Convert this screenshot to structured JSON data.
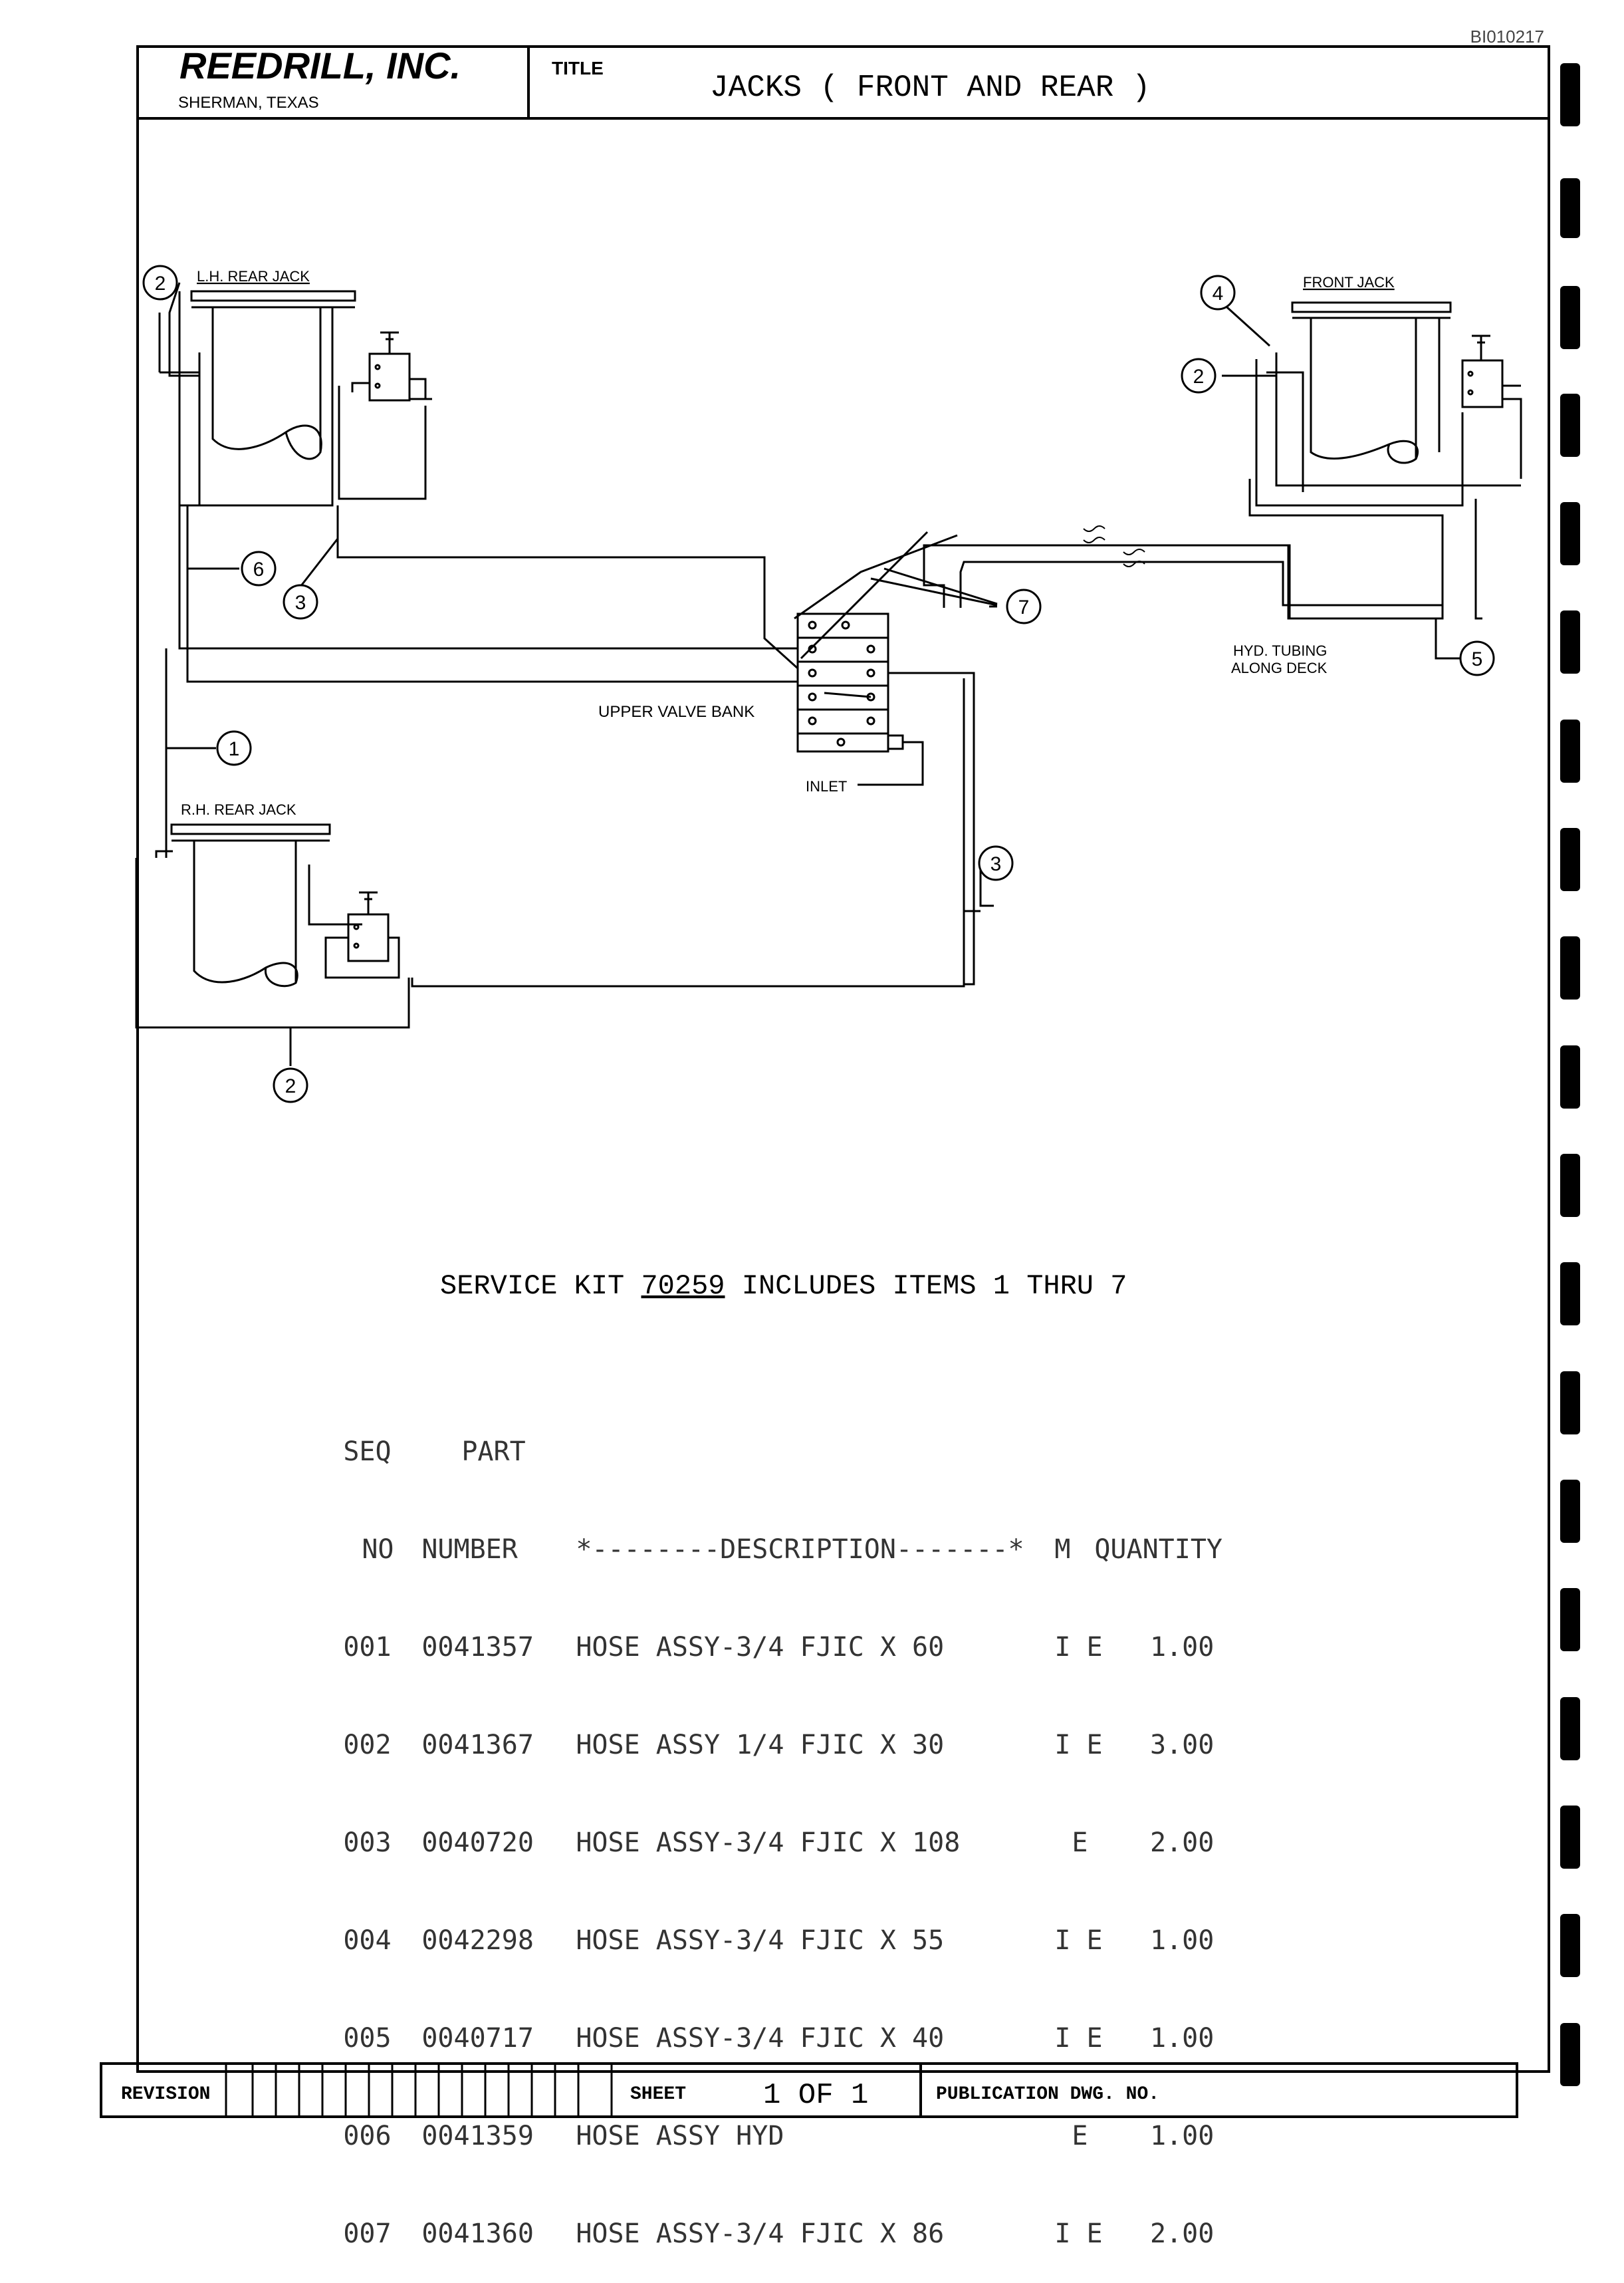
{
  "document": {
    "id_number": "BI010217",
    "company": "REEDRILL, INC.",
    "location": "SHERMAN, TEXAS",
    "title_label": "TITLE",
    "title": "JACKS ( FRONT AND REAR )"
  },
  "diagram": {
    "labels": {
      "lh_rear_jack": "L.H. REAR JACK",
      "front_jack": "FRONT JACK",
      "rh_rear_jack": "R.H. REAR JACK",
      "upper_valve_bank": "UPPER VALVE BANK",
      "inlet": "INLET",
      "hyd_tubing_1": "HYD. TUBING",
      "hyd_tubing_2": "ALONG DECK"
    },
    "callouts": [
      "1",
      "2",
      "3",
      "4",
      "5",
      "6",
      "7"
    ]
  },
  "service_kit": {
    "prefix": "SERVICE KIT",
    "number": "70259",
    "suffix": "INCLUDES ITEMS 1 THRU 7"
  },
  "parts_table": {
    "header_row1": {
      "seq": "SEQ",
      "part": "PART"
    },
    "header_row2": {
      "seq": "NO",
      "part": "NUMBER",
      "description": "*--------DESCRIPTION-------*",
      "m": "M",
      "quantity": "QUANTITY"
    },
    "rows": [
      {
        "seq": "001",
        "part": "0041357",
        "description": "HOSE ASSY-3/4 FJIC X 60",
        "m": "I E",
        "quantity": "1.00"
      },
      {
        "seq": "002",
        "part": "0041367",
        "description": "HOSE ASSY 1/4 FJIC X 30",
        "m": "I E",
        "quantity": "3.00"
      },
      {
        "seq": "003",
        "part": "0040720",
        "description": "HOSE ASSY-3/4 FJIC X 108",
        "m": "E",
        "quantity": "2.00"
      },
      {
        "seq": "004",
        "part": "0042298",
        "description": "HOSE ASSY-3/4 FJIC X 55",
        "m": "I E",
        "quantity": "1.00"
      },
      {
        "seq": "005",
        "part": "0040717",
        "description": "HOSE ASSY-3/4 FJIC X 40",
        "m": "I E",
        "quantity": "1.00"
      },
      {
        "seq": "006",
        "part": "0041359",
        "description": "HOSE ASSY HYD",
        "m": "E",
        "quantity": "1.00"
      },
      {
        "seq": "007",
        "part": "0041360",
        "description": "HOSE ASSY-3/4 FJIC X 86",
        "m": "I E",
        "quantity": "2.00"
      }
    ]
  },
  "footer": {
    "revision_label": "REVISION",
    "sheet_label": "SHEET",
    "sheet_value": "1 OF 1",
    "publication_label": "PUBLICATION DWG. NO."
  }
}
